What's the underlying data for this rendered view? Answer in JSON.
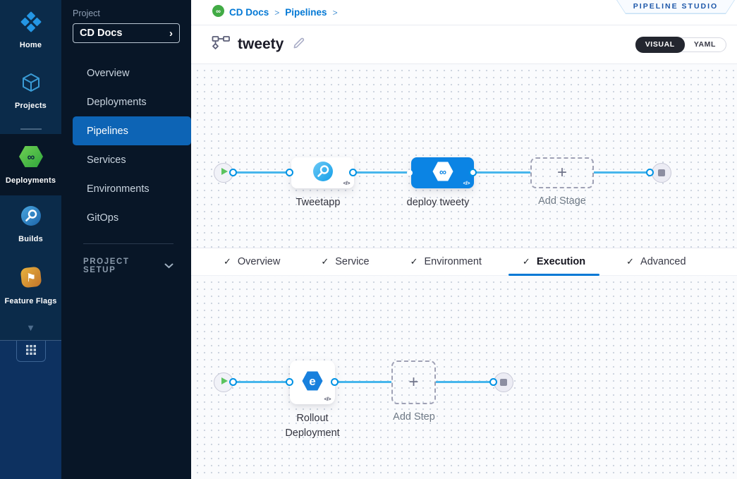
{
  "rail": {
    "items": [
      {
        "label": "Home"
      },
      {
        "label": "Projects"
      },
      {
        "label": "Deployments",
        "selected": true
      },
      {
        "label": "Builds"
      },
      {
        "label": "Feature Flags"
      }
    ]
  },
  "sidebar": {
    "project_label": "Project",
    "project_name": "CD Docs",
    "items": [
      {
        "label": "Overview"
      },
      {
        "label": "Deployments"
      },
      {
        "label": "Pipelines",
        "selected": true
      },
      {
        "label": "Services"
      },
      {
        "label": "Environments"
      },
      {
        "label": "GitOps"
      }
    ],
    "section_label": "PROJECT SETUP"
  },
  "header": {
    "breadcrumb": {
      "project": "CD Docs",
      "section": "Pipelines"
    },
    "studio_badge": "PIPELINE STUDIO",
    "pipeline_title": "tweety",
    "view_toggle": {
      "visual": "VISUAL",
      "yaml": "YAML"
    }
  },
  "stage_canvas": {
    "stages": [
      {
        "name": "Tweetapp",
        "type": "ci-build-stage"
      },
      {
        "name": "deploy tweety",
        "type": "cd-deploy-stage",
        "selected": true
      }
    ],
    "add_stage_label": "Add Stage"
  },
  "tab_bar": {
    "active": "Execution",
    "tabs": [
      {
        "label": "Overview"
      },
      {
        "label": "Service"
      },
      {
        "label": "Environment"
      },
      {
        "label": "Execution"
      },
      {
        "label": "Advanced"
      }
    ]
  },
  "execution_canvas": {
    "steps": [
      {
        "name": "Rollout Deployment"
      }
    ],
    "add_step_label": "Add Step"
  },
  "icons": {
    "infinity": "∞",
    "flag_glyph": "⚑",
    "check": "✓",
    "plus": "+",
    "chevron_right": "›",
    "triangle_down": "▼",
    "breadcrumb_sep": ">",
    "code_chip": "</>"
  },
  "colors": {
    "primary_blue": "#0278d5",
    "selected_stage_blue": "#0b84e4",
    "sidebar_selected_blue": "#0d64b5",
    "connector_line": "#47b6ec",
    "connector_ring": "#0092e4",
    "rail_bg": "#0b2b4a",
    "rail_bottom_bg": "#0d3160",
    "sidebar_bg": "#081627",
    "success_green": "#42ab45"
  }
}
